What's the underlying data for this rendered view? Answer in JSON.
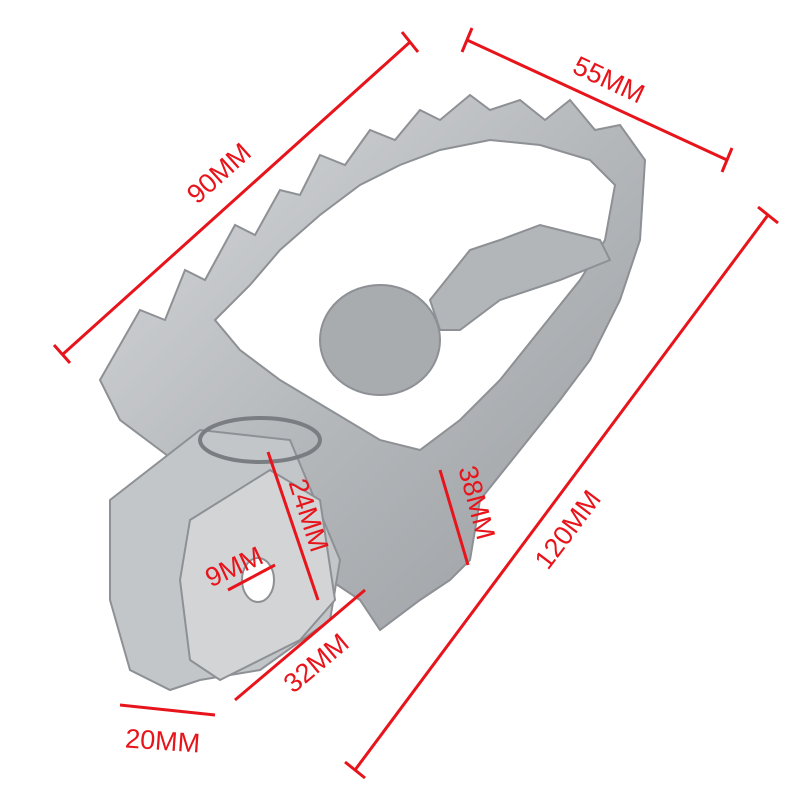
{
  "product": "footpeg",
  "colors": {
    "dimension": "#e8141b",
    "metal": "#b9bcbf",
    "metal_dark": "#8d9094",
    "metal_light": "#dcdee0"
  },
  "dimensions": {
    "length": "90MM",
    "width": "55MM",
    "diagonal": "120MM",
    "side_height": "38MM",
    "mount_height": "24MM",
    "hole": "9MM",
    "mount_length": "32MM",
    "mount_width": "20MM"
  }
}
